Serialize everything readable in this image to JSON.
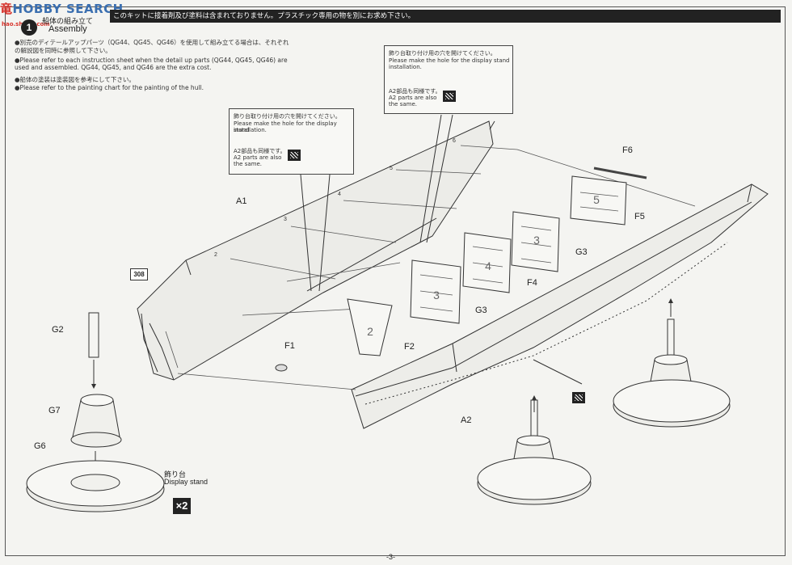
{
  "watermark": {
    "brand_cn": "竜",
    "brand_text": "HOBBY SEARCH",
    "url": "hao.shaoli.com"
  },
  "caution": "このキットに接着剤及び塗料は含まれておりません。プラスチック専用の物を別にお求め下さい。",
  "step": {
    "number": "1",
    "title_jp": "船体の組み立て",
    "title_en": "Assembly"
  },
  "notes": [
    {
      "jp": "●別売のディテールアップパーツ（QG44、QG45、QG46）を使用して組み立てる場合は、それぞれ",
      "jp2": "の解説図を同時に参照して下さい。",
      "en": "●Please refer to each instruction sheet when the detail up parts (QG44, QG45, QG46) are",
      "en2": "used and assembled. QG44, QG45, and QG46 are the extra cost."
    },
    {
      "jp": "●船体の塗装は塗装図を参考にして下さい。",
      "en": "●Please refer to the painting chart for the painting of the hull."
    }
  ],
  "callouts": [
    {
      "jp": "飾り台取り付け用の穴を開けてください。",
      "en1": "Please make the hole for the display stand",
      "en2": "installation.",
      "note_jp": "A2部品も同様です。",
      "note_en1": "A2 parts are also",
      "note_en2": "the same."
    },
    {
      "jp": "飾り台取り付け用の穴を開けてください。",
      "en1": "Please make the hole for the display stand",
      "en2": "installation.",
      "note_jp": "A2部品も同様です。",
      "note_en1": "A2 parts are also",
      "note_en2": "the same."
    }
  ],
  "parts": {
    "A1": "A1",
    "A2": "A2",
    "F1": "F1",
    "F2": "F2",
    "F4": "F4",
    "F5": "F5",
    "F6": "F6",
    "G2": "G2",
    "G3a": "G3",
    "G3b": "G3",
    "G6": "G6",
    "G7": "G7"
  },
  "bulkheads": [
    "2",
    "3",
    "4",
    "3",
    "5"
  ],
  "hole_marks": [
    "2",
    "3",
    "4",
    "5",
    "6"
  ],
  "stand": {
    "jp": "飾り台",
    "en": "Display stand",
    "qty": "×2"
  },
  "ref_number": "308",
  "page_number": "-3-"
}
